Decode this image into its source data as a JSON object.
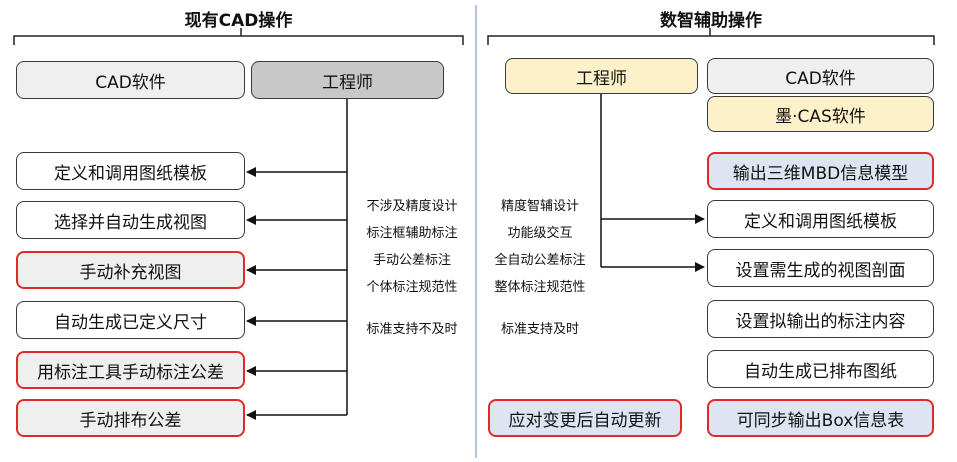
{
  "left": {
    "title": "现有CAD操作",
    "cad_label": "CAD软件",
    "engineer_label": "工程师",
    "steps": [
      "定义和调用图纸模板",
      "选择并自动生成视图",
      "手动补充视图",
      "自动生成已定义尺寸",
      "用标注工具手动标注公差",
      "手动排布公差"
    ],
    "notes": [
      "不涉及精度设计",
      "标注框辅助标注",
      "手动公差标注",
      "个体标注规范性",
      "标准支持不及时"
    ]
  },
  "right": {
    "title": "数智辅助操作",
    "engineer_label": "工程师",
    "cad_label": "CAD软件",
    "mocas_label": "墨·CAS软件",
    "steps": [
      "输出三维MBD信息模型",
      "定义和调用图纸模板",
      "设置需生成的视图剖面",
      "设置拟输出的标注内容",
      "自动生成已排布图纸",
      "可同步输出Box信息表"
    ],
    "notes": [
      "精度智辅设计",
      "功能级交互",
      "全自动公差标注",
      "整体标注规范性",
      "标准支持及时"
    ],
    "bottom_left": "应对变更后自动更新"
  },
  "colors": {
    "highlight": "#e02a2a",
    "yellow": "#fdf1c9",
    "blue": "#dde5f2",
    "gray": "#efefef",
    "divider": "#9db3d0"
  }
}
